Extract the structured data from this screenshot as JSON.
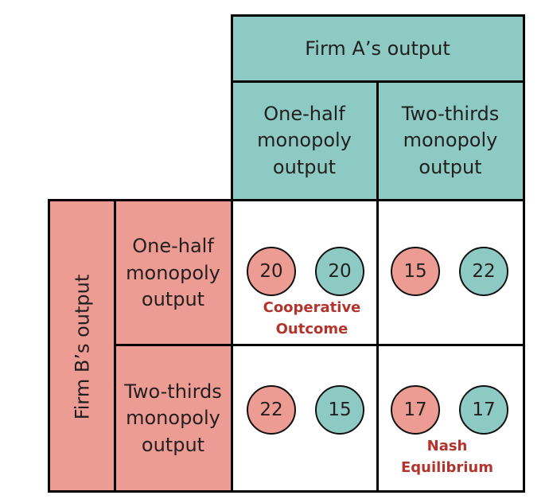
{
  "firm_a": {
    "title": "Firm A’s output",
    "col1": "One-half\nmonopoly\noutput",
    "col2": "Two-thirds\nmonopoly\noutput"
  },
  "firm_b": {
    "title": "Firm B’s output",
    "row1": "One-half\nmonopoly\noutput",
    "row2": "Two-thirds\nmonopoly\noutput"
  },
  "payoffs": {
    "r1c1": {
      "b": "20",
      "a": "20",
      "label": "Cooperative\nOutcome"
    },
    "r1c2": {
      "b": "15",
      "a": "22"
    },
    "r2c1": {
      "b": "22",
      "a": "15"
    },
    "r2c2": {
      "b": "17",
      "a": "17",
      "label": "Nash\nEquilibrium"
    }
  },
  "colors": {
    "firm_a": "#8ecac4",
    "firm_b": "#ec9c92",
    "highlight_text": "#b2342c"
  }
}
